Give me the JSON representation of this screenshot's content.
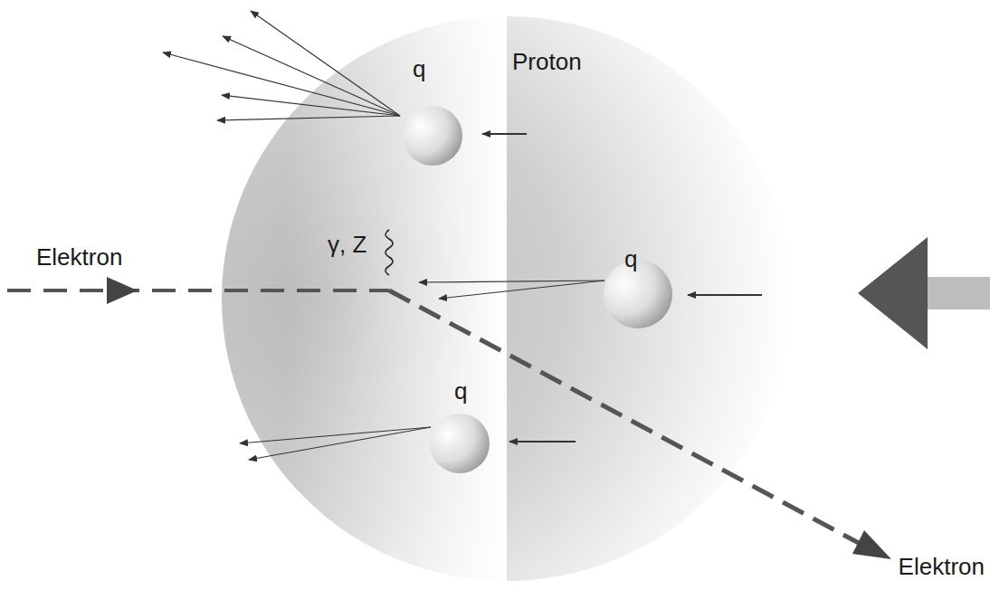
{
  "diagram": {
    "labels": [
      "q",
      "Proton",
      "q",
      "Elektron",
      "γ, Z",
      "q",
      "Elektron"
    ]
  }
}
